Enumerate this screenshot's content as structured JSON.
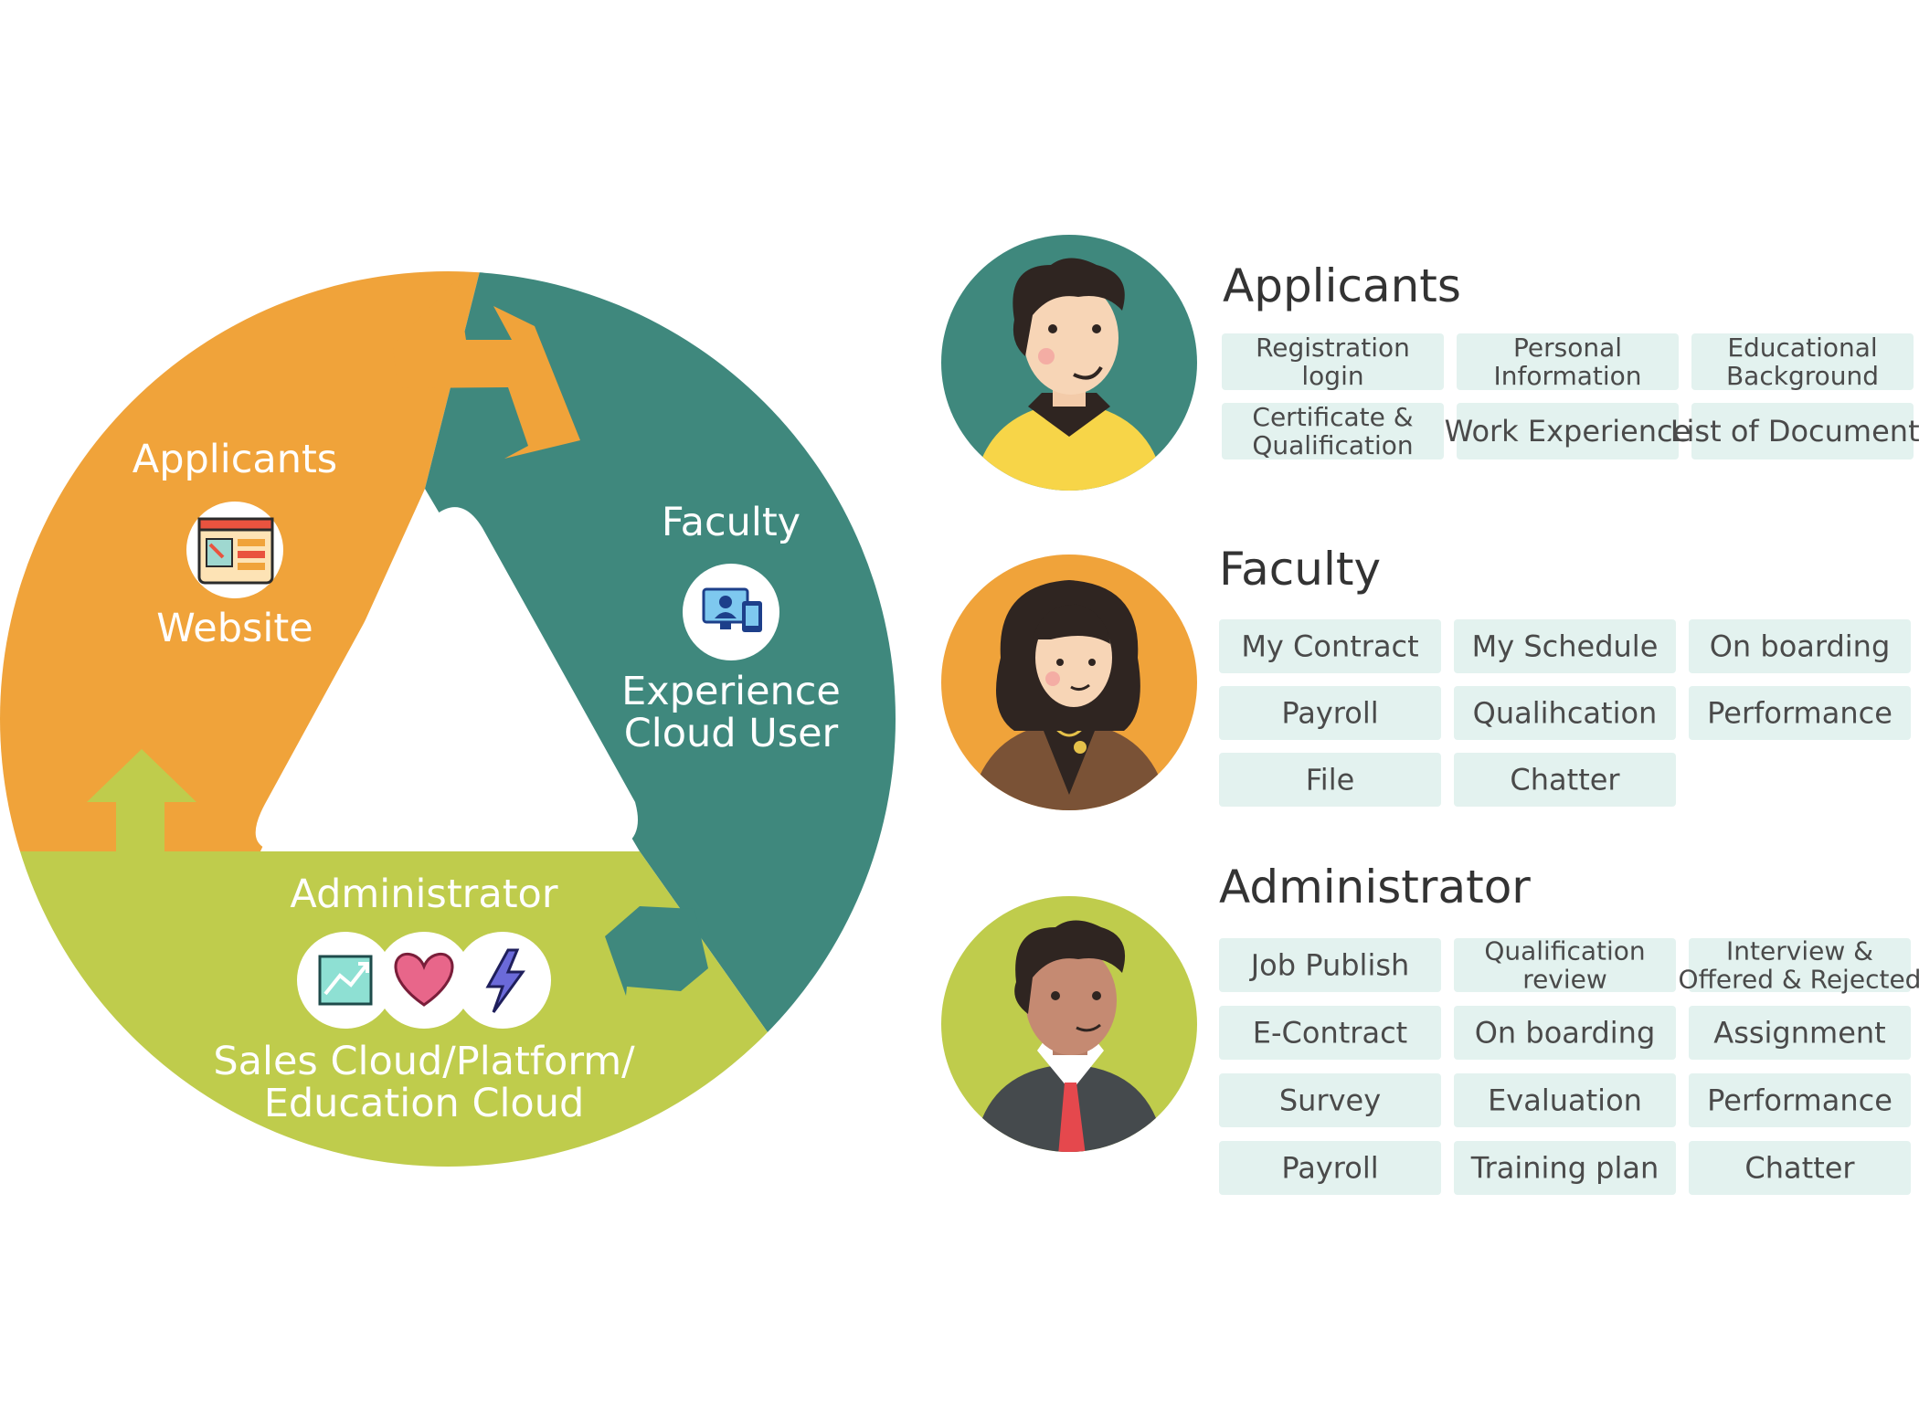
{
  "colors": {
    "applicants": "#f0a33a",
    "faculty": "#3f887d",
    "administrator": "#bfcc4c",
    "chip_bg": "#e3f2ef",
    "chip_text": "#4a4a4a"
  },
  "cycle": {
    "applicants": {
      "title": "Applicants",
      "system": "Website",
      "icon": "website-icon"
    },
    "faculty": {
      "title": "Faculty",
      "system_lines": [
        "Experience",
        "Cloud User"
      ],
      "icon": "devices-icon"
    },
    "administrator": {
      "title": "Administrator",
      "system_lines": [
        "Sales Cloud/Platform/",
        "Education Cloud"
      ],
      "icons": [
        "chart-icon",
        "heart-icon",
        "lightning-icon"
      ]
    }
  },
  "sections": [
    {
      "title": "Applicants",
      "avatar": "applicant-avatar",
      "chips": [
        [
          "Registration",
          "login"
        ],
        [
          "Personal",
          "Information"
        ],
        [
          "Educational",
          "Background"
        ],
        [
          "Certificate &",
          "Qualification"
        ],
        [
          "Work Experience"
        ],
        [
          "List of Documents"
        ]
      ]
    },
    {
      "title": "Faculty",
      "avatar": "faculty-avatar",
      "chips": [
        [
          "My Contract"
        ],
        [
          "My Schedule"
        ],
        [
          "On boarding"
        ],
        [
          "Payroll"
        ],
        [
          "Qualihcation"
        ],
        [
          "Performance"
        ],
        [
          "File"
        ],
        [
          "Chatter"
        ]
      ]
    },
    {
      "title": "Administrator",
      "avatar": "administrator-avatar",
      "chips": [
        [
          "Job Publish"
        ],
        [
          "Qualification",
          "review"
        ],
        [
          "Interview &",
          "Offered & Rejected"
        ],
        [
          "E-Contract"
        ],
        [
          "On boarding"
        ],
        [
          "Assignment"
        ],
        [
          "Survey"
        ],
        [
          "Evaluation"
        ],
        [
          "Performance"
        ],
        [
          "Payroll"
        ],
        [
          "Training plan"
        ],
        [
          "Chatter"
        ]
      ]
    }
  ]
}
